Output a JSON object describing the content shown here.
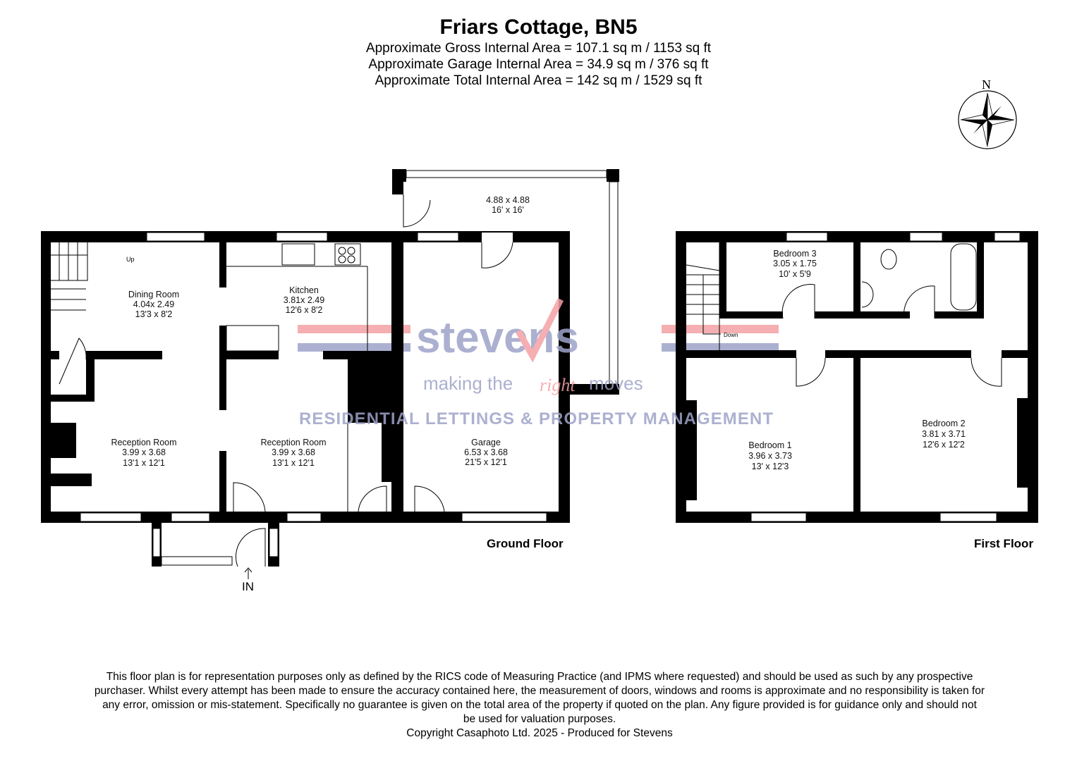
{
  "header": {
    "title": "Friars Cottage, BN5",
    "areas": [
      "Approximate Gross Internal Area = 107.1 sq m / 1153 sq ft",
      "Approximate Garage Internal Area = 34.9 sq m / 376 sq ft",
      "Approximate Total Internal Area = 142 sq m / 1529 sq ft"
    ]
  },
  "compass": {
    "label": "N"
  },
  "ground_floor": {
    "label": "Ground Floor",
    "rooms": [
      {
        "name": "Dining Room",
        "metric": "4.04x 2.49",
        "imperial": "13'3 x 8'2"
      },
      {
        "name": "Kitchen",
        "metric": "3.81x 2.49",
        "imperial": "12'6 x 8'2"
      },
      {
        "name": "Reception Room",
        "metric": "3.99 x 3.68",
        "imperial": "13'1 x 12'1"
      },
      {
        "name": "Reception Room",
        "metric": "3.99 x 3.68",
        "imperial": "13'1 x 12'1"
      },
      {
        "name": "Garage",
        "metric": "6.53 x 3.68",
        "imperial": "21'5 x 12'1"
      },
      {
        "name": "",
        "metric": "4.88 x 4.88",
        "imperial": "16' x 16'"
      }
    ],
    "stairs_label": "Up",
    "entrance_label": "IN"
  },
  "first_floor": {
    "label": "First Floor",
    "rooms": [
      {
        "name": "Bedroom 3",
        "metric": "3.05 x 1.75",
        "imperial": "10' x 5'9"
      },
      {
        "name": "Bedroom 1",
        "metric": "3.96 x 3.73",
        "imperial": "13' x 12'3"
      },
      {
        "name": "Bedroom 2",
        "metric": "3.81 x 3.71",
        "imperial": "12'6 x 12'2"
      }
    ],
    "stairs_label": "Down"
  },
  "watermark": {
    "brand": "stevens",
    "tagline_a": "making the",
    "tagline_b": "right",
    "tagline_c": "moves",
    "subtitle": "RESIDENTIAL LETTINGS & PROPERTY MANAGEMENT",
    "colors": {
      "red": "#f4a0a4",
      "blue": "#9ea3c8"
    }
  },
  "footer": {
    "disclaimer_lines": [
      "This floor plan is for representation purposes only as defined by the RICS code of Measuring Practice (and IPMS where requested) and should be used as such by any prospective",
      "purchaser. Whilst every attempt has been made to ensure the accuracy contained here, the measurement of doors, windows and rooms is approximate and no responsibility is taken for",
      "any error, omission or mis-statement. Specifically no guarantee is given on the total area of the property if quoted on the plan. Any figure provided is for guidance only and should not",
      "be used for valuation purposes."
    ],
    "copyright": "Copyright Casaphoto Ltd. 2025 - Produced for Stevens"
  }
}
